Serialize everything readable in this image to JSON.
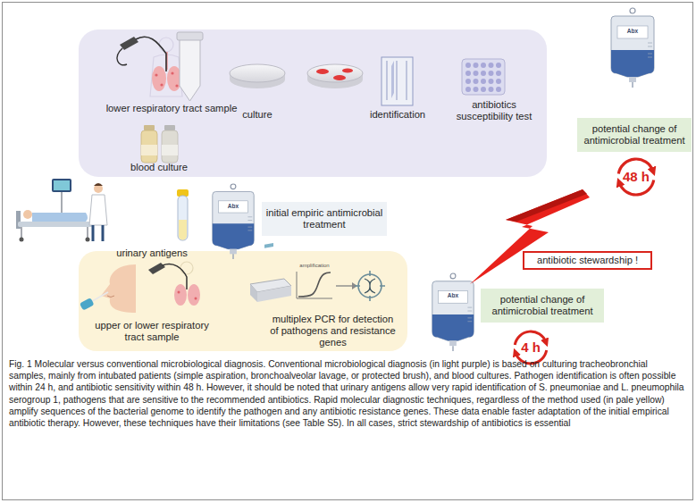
{
  "diagram": {
    "caption": "Fig. 1 Molecular versus conventional microbiological diagnosis. Conventional microbiological diagnosis (in light purple) is based on culturing tracheobronchial samples, mainly from intubated patients (simple aspiration, bronchoalveolar lavage, or protected brush), and blood cultures. Pathogen identification is often possible within 24 h, and antibiotic sensitivity within 48 h. However, it should be noted that urinary antigens allow very rapid identification of S. pneumoniae and L. pneumophila serogroup 1, pathogens that are sensitive to the recommended antibiotics. Rapid molecular diagnostic techniques, regardless of the method used (in pale yellow) amplify sequences of the bacterial genome to identify the pathogen and any antibiotic resistance genes. These data enable faster adaptation of the initial empirical antibiotic therapy. However, these techniques have their limitations (see Table S5). In all cases, strict stewardship of antibiotics is essential",
    "nodes": [
      {
        "text": [
          "lower respiratory tract sample",
          "culture",
          "identification",
          "antibiotics susceptibility test",
          "blood culture"
        ]
      },
      {
        "text": [
          "Abx"
        ]
      },
      {
        "text": [
          "potential change of antimicrobial treatment"
        ]
      },
      {
        "text": [
          "Abx"
        ]
      },
      {
        "text": [
          "initial empiric antimicrobial treatment"
        ]
      },
      {
        "text": [
          "antibiotic stewardship !"
        ]
      },
      {
        "text": [
          "upper or lower respiratory tract sample",
          "multiplex PCR for detection of pathogens and resistance genes"
        ]
      },
      {
        "text": [
          "Abx"
        ]
      },
      {
        "text": [
          "potential change of antimicrobial treatment"
        ]
      }
    ],
    "labels": [
      "48 h",
      "urinary antigens",
      "amplification",
      "4 h"
    ]
  }
}
